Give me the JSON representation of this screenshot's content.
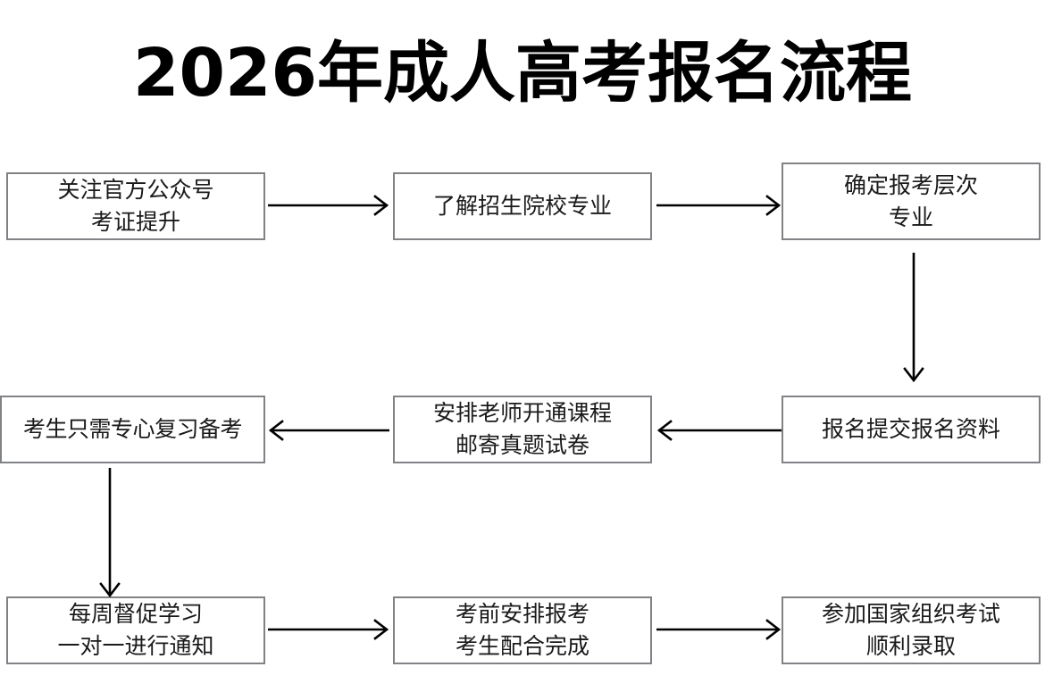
{
  "page": {
    "title": "2026年成人高考报名流程",
    "background_color": "#ffffff",
    "box_border_color": "#808285",
    "text_color": "#1a1a1a",
    "arrow_color": "#000000"
  },
  "flow": {
    "nodes": [
      {
        "id": "box-1",
        "lines": [
          "关注官方公众号",
          "考证提升"
        ],
        "row": 1,
        "col": 1
      },
      {
        "id": "box-2",
        "lines": [
          "了解招生院校专业"
        ],
        "row": 1,
        "col": 2
      },
      {
        "id": "box-3",
        "lines": [
          "确定报考层次",
          "专业"
        ],
        "row": 1,
        "col": 3
      },
      {
        "id": "box-4",
        "lines": [
          "考生只需专心复习备考"
        ],
        "row": 2,
        "col": 1
      },
      {
        "id": "box-5",
        "lines": [
          "安排老师开通课程",
          "邮寄真题试卷"
        ],
        "row": 2,
        "col": 2
      },
      {
        "id": "box-6",
        "lines": [
          "报名提交报名资料"
        ],
        "row": 2,
        "col": 3
      },
      {
        "id": "box-7",
        "lines": [
          "每周督促学习",
          "一对一进行通知"
        ],
        "row": 3,
        "col": 1
      },
      {
        "id": "box-8",
        "lines": [
          "考前安排报考",
          "考生配合完成"
        ],
        "row": 3,
        "col": 2
      },
      {
        "id": "box-9",
        "lines": [
          "参加国家组织考试",
          "顺利录取"
        ],
        "row": 3,
        "col": 3
      }
    ],
    "connectors": [
      {
        "id": "arrow-h1",
        "from": "box-1",
        "to": "box-2",
        "direction": "right"
      },
      {
        "id": "arrow-h2",
        "from": "box-2",
        "to": "box-3",
        "direction": "right"
      },
      {
        "id": "arrow-v1",
        "from": "box-3",
        "to": "box-6",
        "direction": "down"
      },
      {
        "id": "arrow-h3",
        "from": "box-6",
        "to": "box-5",
        "direction": "left"
      },
      {
        "id": "arrow-h4",
        "from": "box-5",
        "to": "box-4",
        "direction": "left"
      },
      {
        "id": "arrow-v2",
        "from": "box-4",
        "to": "box-7",
        "direction": "down"
      },
      {
        "id": "arrow-h5",
        "from": "box-7",
        "to": "box-8",
        "direction": "right"
      },
      {
        "id": "arrow-h6",
        "from": "box-8",
        "to": "box-9",
        "direction": "right"
      }
    ]
  }
}
